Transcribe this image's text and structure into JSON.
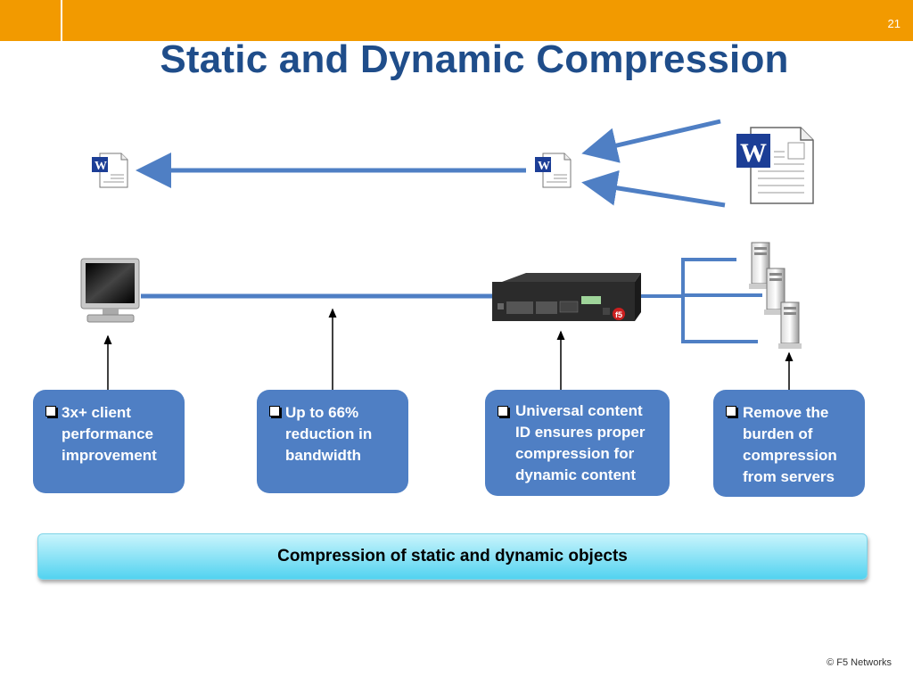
{
  "header": {
    "slide_number": "21",
    "title": "Static and Dynamic Compression"
  },
  "boxes": [
    {
      "lines": "3x+ client\nperformance\nimprovement"
    },
    {
      "lines": "Up to 66%\nreduction in\nbandwidth"
    },
    {
      "lines": "Universal content\nID ensures proper\ncompression for\ndynamic content"
    },
    {
      "lines": "Remove the\nburden of\ncompression\nfrom servers"
    }
  ],
  "banner": {
    "text": "Compression of static and dynamic objects"
  },
  "footer": {
    "copyright": "© F5 Networks"
  },
  "icons": [
    "word-document-icon",
    "monitor-icon",
    "network-device-icon",
    "server-icon"
  ],
  "colors": {
    "header_bar": "#f29a00",
    "title": "#1f4d8a",
    "box_fill": "#4f7fc4",
    "banner_fill": "#52d3f0",
    "arrow": "#4f7fc4"
  }
}
